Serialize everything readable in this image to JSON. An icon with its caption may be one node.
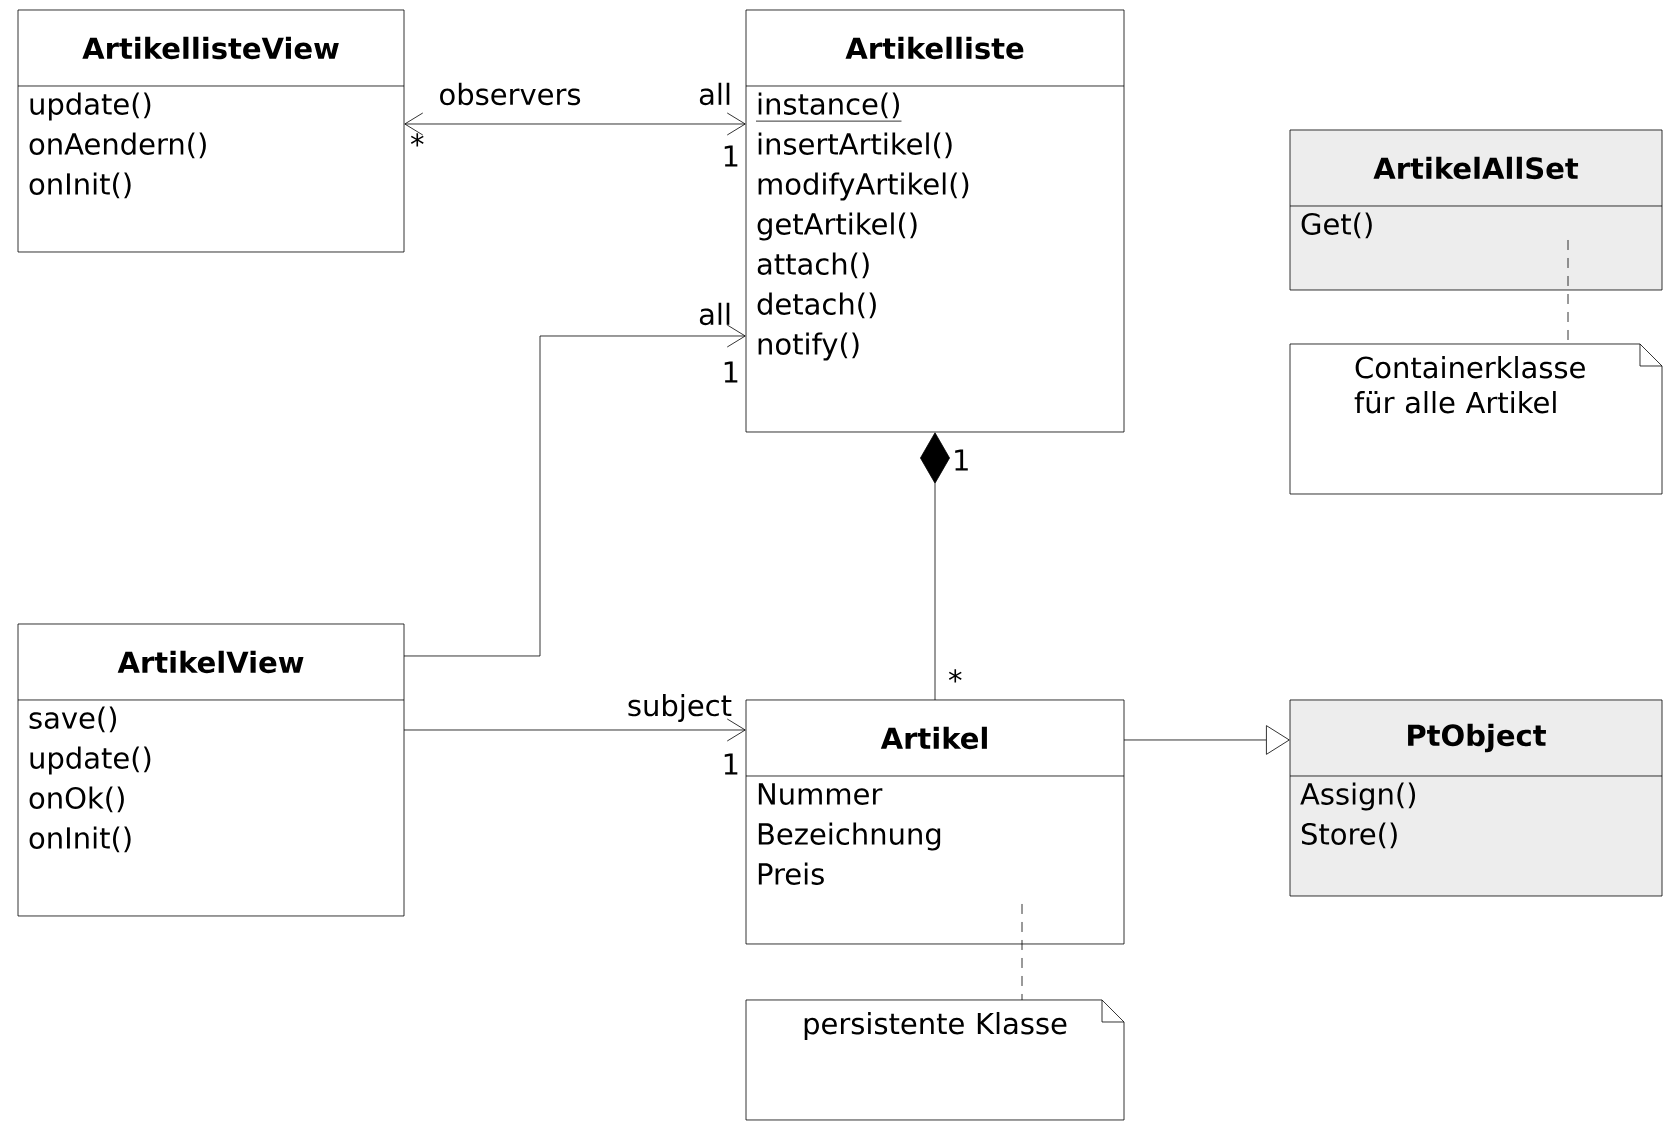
{
  "diagram": {
    "nodes": [
      {
        "text": [
          "ArtikellisteView",
          "update()",
          "onAendern()",
          "onInit()"
        ]
      },
      {
        "text": [
          "Artikelliste",
          "instance()",
          "insertArtikel()",
          "modifyArtikel()",
          "getArtikel()",
          "attach()",
          "detach()",
          "notify()"
        ]
      },
      {
        "text": [
          "ArtikelAllSet",
          "Get()"
        ]
      },
      {
        "text": [
          "Containerklasse für alle Artikel"
        ]
      },
      {
        "text": [
          "ArtikelView",
          "save()",
          "update()",
          "onOk()",
          "onInit()"
        ]
      },
      {
        "text": [
          "Artikel",
          "Nummer",
          "Bezeichnung",
          "Preis"
        ]
      },
      {
        "text": [
          "PtObject",
          "Assign()",
          "Store()"
        ]
      },
      {
        "text": [
          "persistente Klasse"
        ]
      }
    ],
    "edges": [
      {
        "from": 0,
        "to": 1,
        "arrow": "both"
      },
      {
        "from": 4,
        "to": 1,
        "arrow": "to"
      },
      {
        "from": 4,
        "to": 5,
        "arrow": "to",
        "label": "subject"
      },
      {
        "from": 5,
        "to": 1,
        "arrow": "other"
      },
      {
        "from": 5,
        "to": 6,
        "arrow": "to"
      },
      {
        "from": 2,
        "to": 3,
        "arrow": "none",
        "style": "dashed"
      },
      {
        "from": 5,
        "to": 7,
        "arrow": "none",
        "style": "dashed"
      }
    ],
    "labels": [
      "observers",
      "all",
      "*",
      "1",
      "all",
      "1",
      "1",
      "*",
      "1"
    ]
  }
}
